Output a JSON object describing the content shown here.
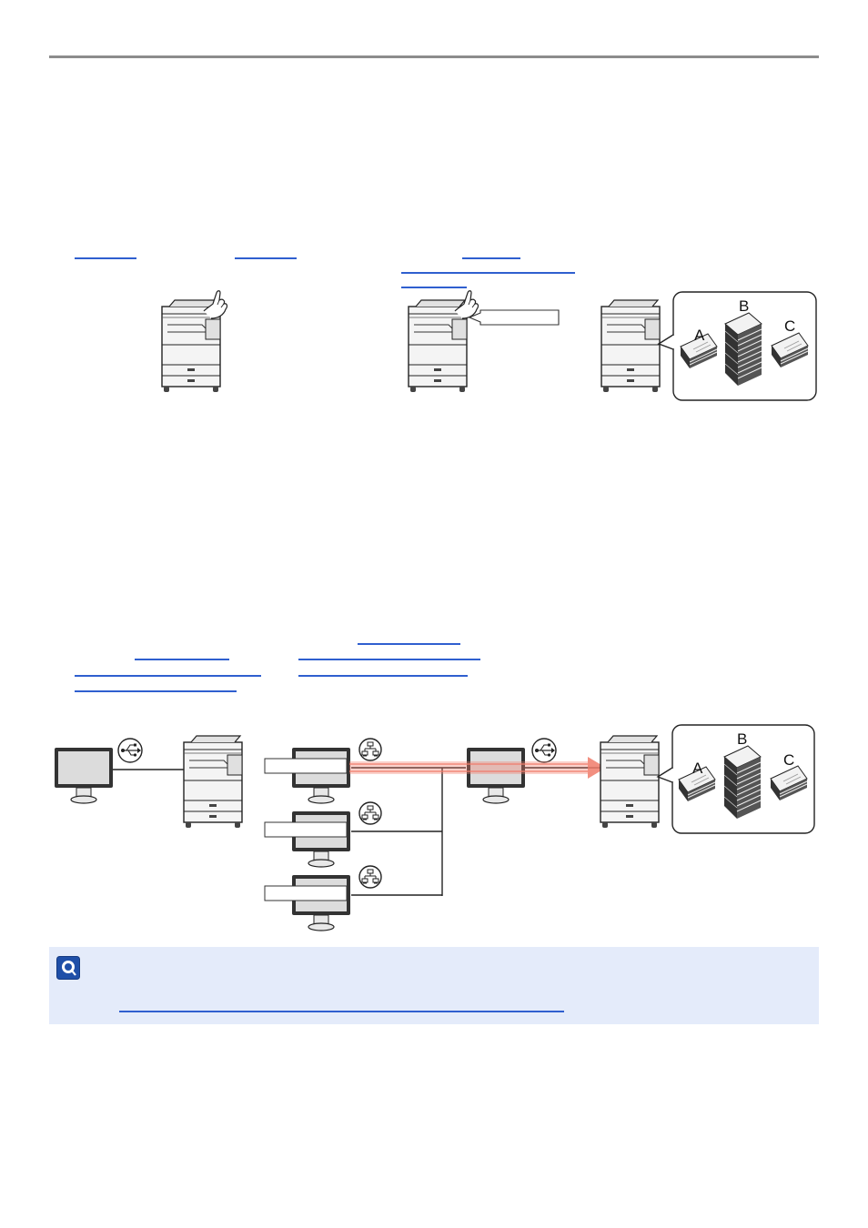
{
  "figure_top": {
    "collate_labels": [
      "A",
      "B",
      "C"
    ]
  },
  "figure_bottom": {
    "collate_labels": [
      "A",
      "B",
      "C"
    ]
  },
  "colors": {
    "link": "#2f5fcf",
    "note_background": "#e4ebfa",
    "rule": "#8c8c8c",
    "data_flow_arrow": "#f07b6a"
  },
  "icons": [
    "hand-icon",
    "usb-icon",
    "network-icon",
    "note-icon"
  ]
}
